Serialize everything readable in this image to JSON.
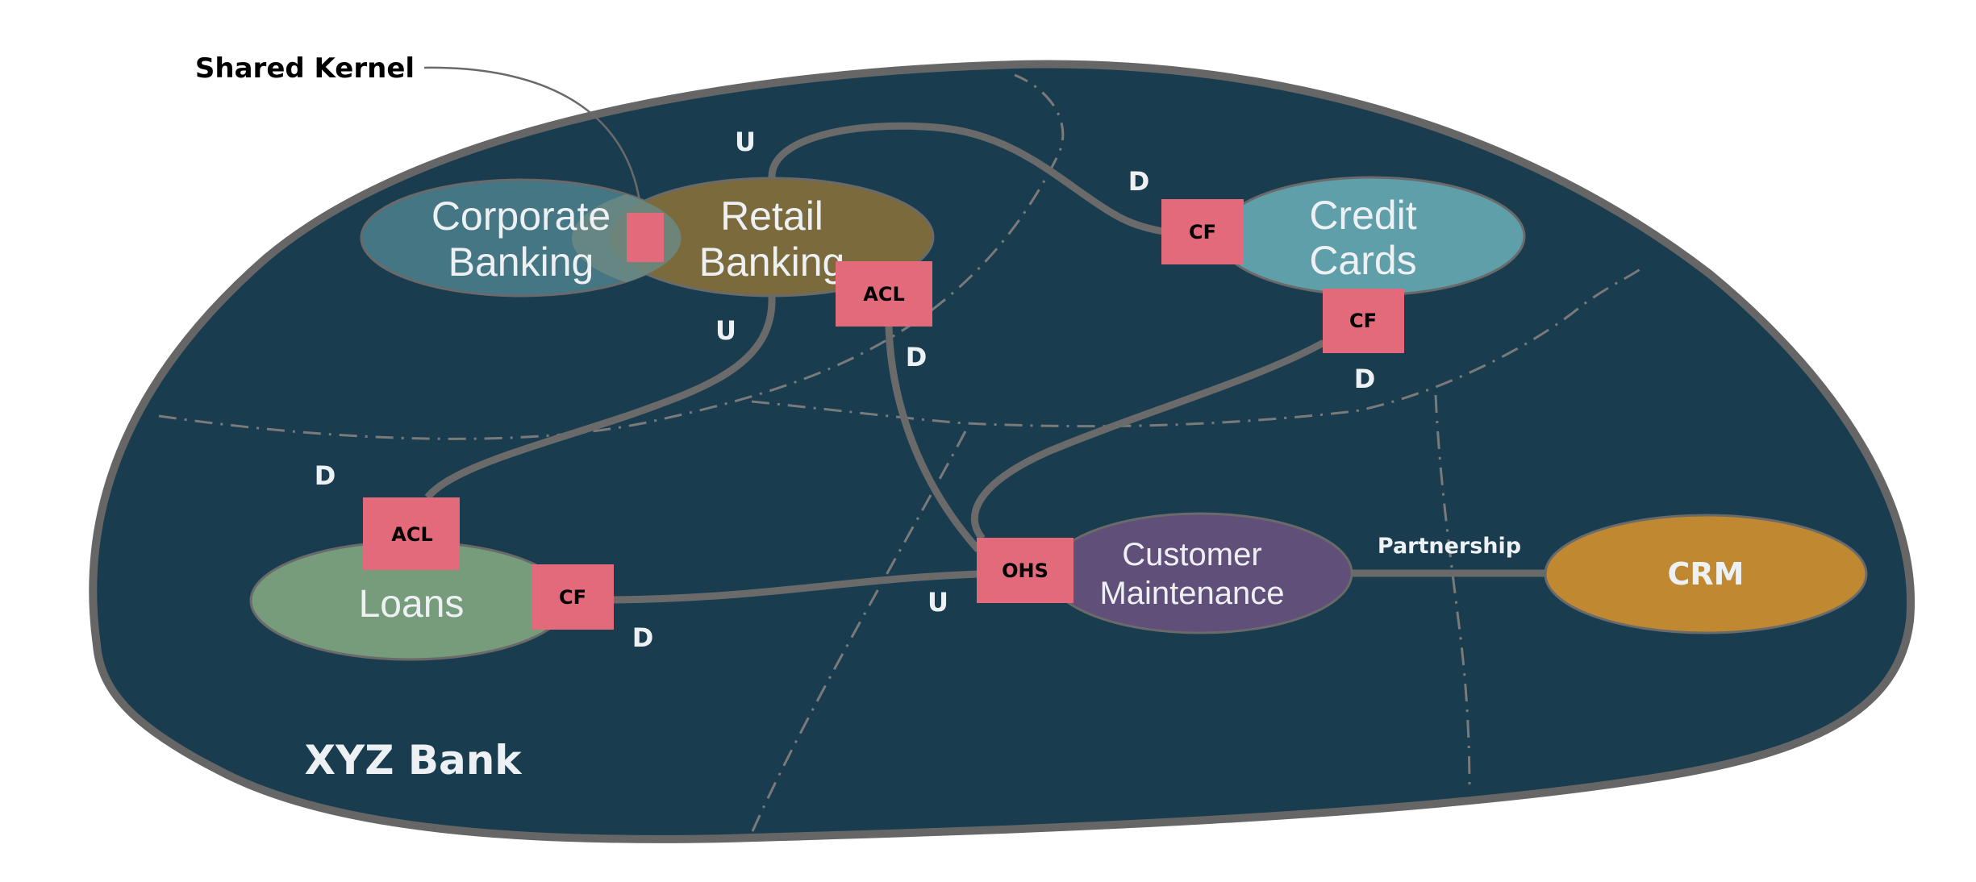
{
  "diagram": {
    "title": "XYZ Bank",
    "annotation": "Shared Kernel",
    "colors": {
      "domain_fill": "#193c4f",
      "domain_stroke": "#666666",
      "pattern_box": "#e26a7b",
      "connector": "#6a6a6a",
      "boundary_dash": "#7a7a7a",
      "text_light": "#eef1f4"
    },
    "contexts": [
      {
        "id": "corporate",
        "lines": [
          "Corporate",
          "Banking"
        ],
        "color": "#447684"
      },
      {
        "id": "retail",
        "lines": [
          "Retail",
          "Banking"
        ],
        "color": "#7b6a3c"
      },
      {
        "id": "credit",
        "lines": [
          "Credit",
          "Cards"
        ],
        "color": "#5f9faa"
      },
      {
        "id": "loans",
        "lines": [
          "Loans"
        ],
        "color": "#769c7b"
      },
      {
        "id": "customer",
        "lines": [
          "Customer",
          "Maintenance"
        ],
        "color": "#604f78"
      },
      {
        "id": "crm",
        "lines": [
          "CRM"
        ],
        "color": "#c18832"
      }
    ],
    "patterns": {
      "shared_kernel": "",
      "retail_acl": "ACL",
      "credit_cf_left": "CF",
      "credit_cf_bottom": "CF",
      "loans_acl": "ACL",
      "loans_cf": "CF",
      "customer_ohs": "OHS"
    },
    "relationship_labels": {
      "retail_top_u": "U",
      "credit_top_d": "D",
      "retail_bottom_u": "U",
      "retail_acl_d": "D",
      "credit_bottom_d": "D",
      "loans_acl_d": "D",
      "loans_cf_d": "D",
      "ohs_u": "U",
      "partnership": "Partnership"
    },
    "relationships": [
      {
        "from": "Retail Banking",
        "to": "Credit Cards",
        "upstream": "Retail Banking",
        "downstream_pattern": "CF"
      },
      {
        "from": "Retail Banking",
        "to": "Loans",
        "upstream": "Retail Banking",
        "downstream_pattern": "ACL"
      },
      {
        "from": "Customer Maintenance",
        "to": "Retail Banking",
        "upstream": "Customer Maintenance",
        "upstream_pattern": "OHS",
        "downstream_pattern": "ACL"
      },
      {
        "from": "Customer Maintenance",
        "to": "Credit Cards",
        "upstream": "Customer Maintenance",
        "upstream_pattern": "OHS",
        "downstream_pattern": "CF"
      },
      {
        "from": "Customer Maintenance",
        "to": "Loans",
        "upstream": "Customer Maintenance",
        "upstream_pattern": "OHS",
        "downstream_pattern": "CF"
      },
      {
        "from": "Customer Maintenance",
        "to": "CRM",
        "type": "Partnership"
      },
      {
        "from": "Corporate Banking",
        "to": "Retail Banking",
        "type": "Shared Kernel"
      }
    ]
  }
}
